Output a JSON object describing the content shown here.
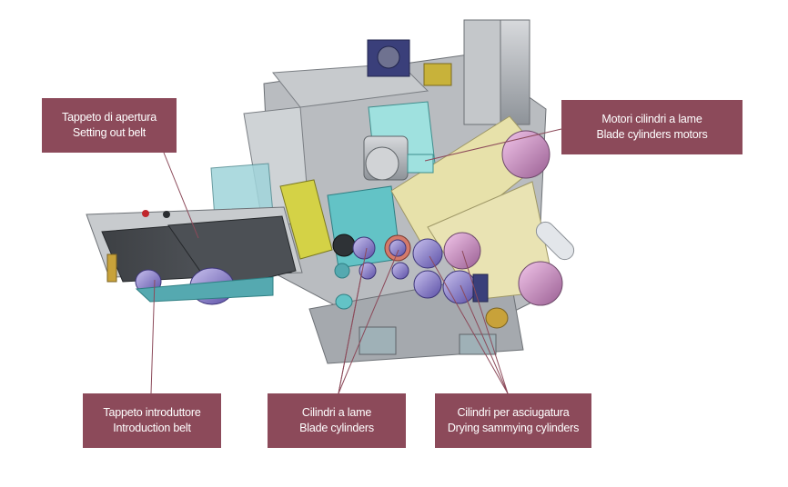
{
  "diagram": {
    "subject": "machine-cutaway",
    "colors": {
      "label_bg": "#8c4a5a",
      "label_text": "#ffffff",
      "leader": "#8c4a5a"
    },
    "labels": [
      {
        "id": "setting-out-belt",
        "it": "Tappeto di apertura",
        "en": "Setting out belt"
      },
      {
        "id": "blade-cylinders-motors",
        "it": "Motori cilindri a lame",
        "en": "Blade cylinders motors"
      },
      {
        "id": "introduction-belt",
        "it": "Tappeto introduttore",
        "en": "Introduction belt"
      },
      {
        "id": "blade-cylinders",
        "it": "Cilindri a lame",
        "en": "Blade cylinders"
      },
      {
        "id": "drying-cylinders",
        "it": "Cilindri per asciugatura",
        "en": "Drying sammying cylinders"
      }
    ]
  }
}
